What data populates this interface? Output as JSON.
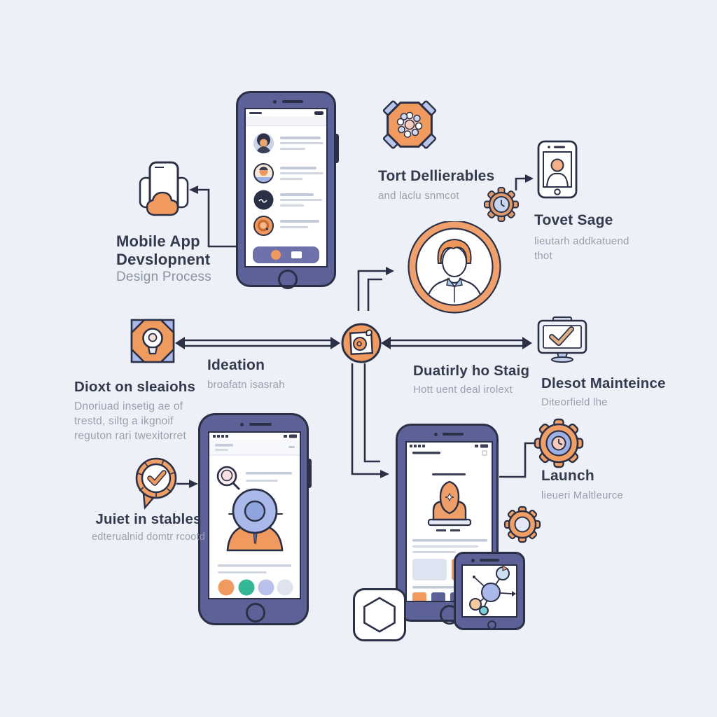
{
  "title": {
    "line1": "Mobile App",
    "line2": "Devslopnent",
    "subtitle": "Design Process"
  },
  "nodes": {
    "deliverables": {
      "title": "Tort Dellierables",
      "subtitle": "and laclu snmcot"
    },
    "target_stage": {
      "title": "Tovet Sage",
      "subtitle_line1": "lieutarh addkatuend",
      "subtitle_line2": "thot"
    },
    "ideation": {
      "title": "Ideation",
      "subtitle": "broafatn isasrah"
    },
    "discovery_sessions": {
      "title": "Dioxt on sleaiohs",
      "line1": "Dnoriuad insetig ae of",
      "line2": "trestd, siltg a ikgnoif",
      "line3": "reguton rari twexitorret"
    },
    "quality_stage": {
      "title": "Duatirly ho Staig",
      "subtitle": "Hott uent deal irolext"
    },
    "maintenance": {
      "title": "Dlesot Mainteince",
      "subtitle": "Diteorfield lhe"
    },
    "user_testing": {
      "title": "Juiet in stables",
      "subtitle": "edterualnid domtr rcootd"
    },
    "launch": {
      "title": "Launch",
      "subtitle": "lieueri Maltleurce"
    }
  },
  "colors": {
    "background": "#edf0f6",
    "outline_ink": "#2b3046",
    "phone_body": "#5c6198",
    "accent_orange": "#f09a60",
    "accent_blue": "#aab9ea",
    "accent_teal": "#35b795",
    "heading_text": "#343a4e",
    "muted_text": "#9aa0b0"
  }
}
